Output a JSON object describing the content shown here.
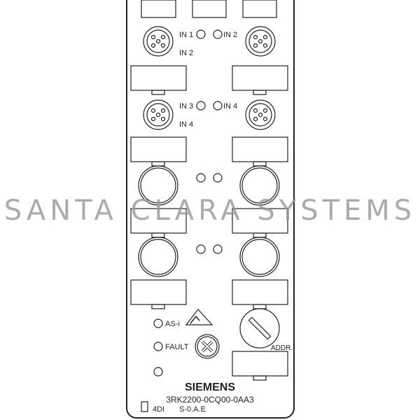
{
  "device": {
    "brand": "SIEMENS",
    "part_number": "3RK2200-0CQ00-0AA3",
    "variant": "4DI",
    "version": "S-0.A.E"
  },
  "labels": {
    "in1": "IN 1",
    "in2_top": "IN 2",
    "in2_left": "IN 2",
    "in3": "IN 3",
    "in4_top": "IN 4",
    "in4_left": "IN 4",
    "asi": "AS-i",
    "fault": "FAULT",
    "addr": "ADDR.",
    "asi_logo": "AS-i"
  },
  "watermark": "SANTA CLARA SYSTEMS",
  "colors": {
    "line": "#222222",
    "background": "#ffffff",
    "watermark": "#969696"
  }
}
